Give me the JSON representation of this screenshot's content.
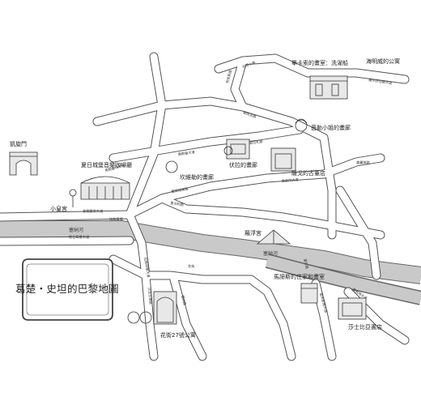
{
  "title": "葛楚・史坦的巴黎地圖",
  "river": {
    "name_west": "塞納河",
    "name_east": "塞納河"
  },
  "landmarks": {
    "arc_de_triomphe": "凱旋門",
    "petit_palais": "小皇宮",
    "concert_hall": "夏日城堡音樂咖啡廳",
    "pablo_gallery": "畢卡索的畫室：洗濯船",
    "hemingway_apartment": "海明威的公寓",
    "miss_cone_gallery": "茵勒小姐的畫廊",
    "vollard_gallery": "伏拉的畫廊",
    "rosenberg_gallery": "坎維勒的畫廊",
    "sagot_shop": "薩戈的古董店",
    "louvre": "羅浮宮",
    "matisse_home": "馬諦斯的住家和畫室",
    "shakespeare_bookshop": "莎士比亞書店",
    "rue_de_fleurus": "花街27號公寓"
  },
  "streets": {
    "s1": "拉菲卜路",
    "s2": "克利希大道",
    "s3": "阿貝斯路",
    "s4": "羅什舒亞爾大道",
    "s5": "勒佩克路",
    "s6": "聖拉札路",
    "s7": "奧斯曼大道",
    "s8": "馬勒塞布大道",
    "s9": "香榭麗舍大道",
    "s10": "聖奧諾黑路",
    "s11": "歌劇院大道",
    "s12": "里沃利路",
    "s13": "聖日耳曼大道",
    "s14": "拉斯拜爾大道",
    "s15": "花街",
    "s16": "塞納路",
    "s17": "聖米歇爾大道",
    "s18": "蒙馬特大道",
    "s19": "沃吉拉爾路",
    "s20": "協和廣場",
    "s21": "美麗城路",
    "s22": "蒙日路"
  },
  "colors": {
    "river": "#c9c9c9",
    "road_outline": "#555555",
    "background": "#ffffff"
  }
}
